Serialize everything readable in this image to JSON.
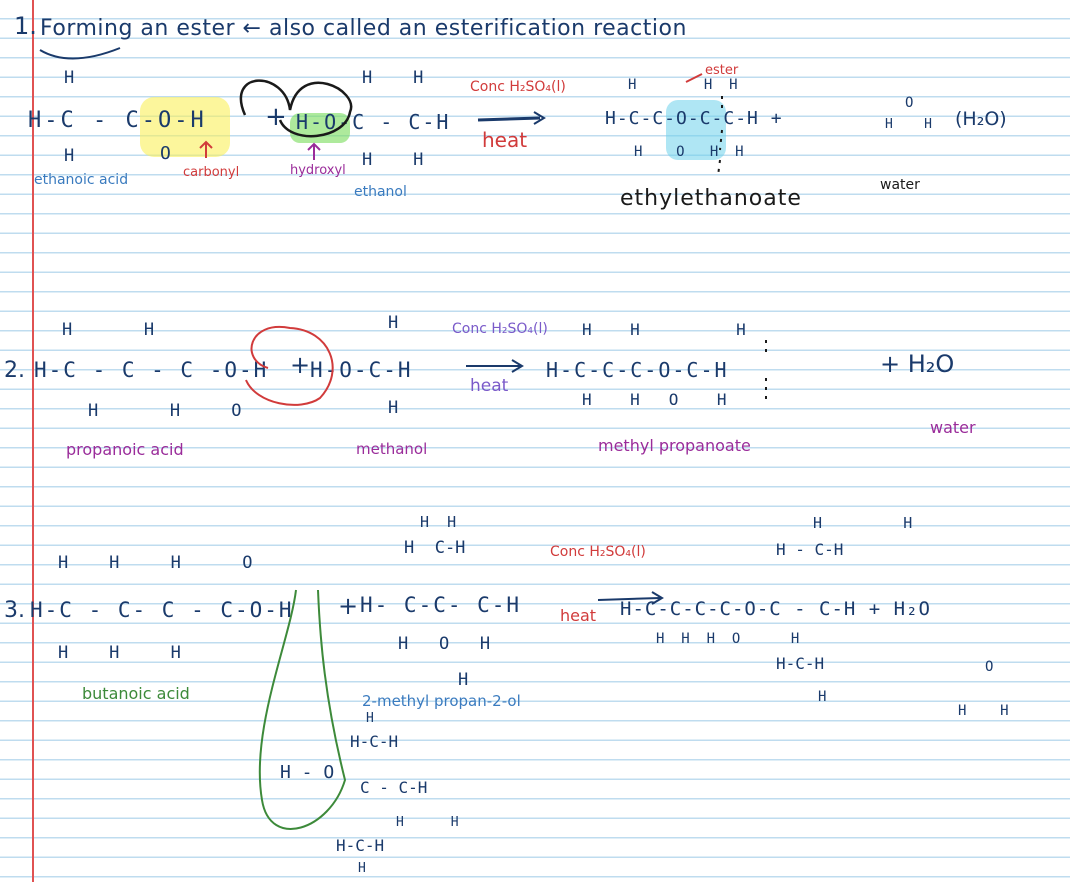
{
  "heading": {
    "number": "1.",
    "text": "Forming an ester ← also called an esterification reaction"
  },
  "reaction1": {
    "acid_struct": {
      "top": "H",
      "main": "H-C - C-O-H",
      "bottom": "H",
      "carbonyl_o": "O"
    },
    "plus": "+",
    "alcohol_struct": {
      "top": "H    H",
      "main": "H-O-C - C-H",
      "bottom": "H    H"
    },
    "condition": "Conc H₂SO₄(l)",
    "heat": "heat",
    "ester_tag": "ester",
    "product_struct": {
      "top": "H        H  H",
      "main": "H-C-C-O-C-C-H +",
      "bottom": "H    O   H  H"
    },
    "water_struct": {
      "top": "O",
      "main": "H    H",
      "formula": "(H₂O)"
    },
    "labels": {
      "acid": "ethanoic acid",
      "carbonyl": "carbonyl",
      "hydroxyl": "hydroxyl",
      "alcohol": "ethanol",
      "product": "ethylethanoate",
      "water": "water"
    }
  },
  "reaction2": {
    "number": "2.",
    "acid_struct": {
      "top": "H       H",
      "main": "H-C - C - C -O-H",
      "bottom": "H       H     O"
    },
    "plus": "+",
    "alcohol_struct": {
      "top": "H",
      "main": "H-O-C-H",
      "bottom": "H"
    },
    "condition": "Conc H₂SO₄(l)",
    "heat": "heat",
    "product_struct": {
      "top": "H    H          H",
      "main": "H-C-C-C-O-C-H",
      "bottom": "H    H   O    H"
    },
    "product_extra": "+ H₂O",
    "labels": {
      "acid": "propanoic acid",
      "alcohol": "methanol",
      "product": "methyl propanoate",
      "water": "water"
    }
  },
  "reaction3": {
    "number": "3.",
    "acid_struct": {
      "top": "H    H     H      O",
      "main": "H-C - C- C - C-O-H",
      "bottom": "H    H     H"
    },
    "plus": "+",
    "alcohol_struct": {
      "top_a": "H  H",
      "top_b": "H  C-H",
      "main": "H- C-C- C-H",
      "bottom": "H   O   H",
      "oh": "H"
    },
    "condition": "Conc H₂SO₄(l)",
    "heat": "heat",
    "product_struct": {
      "top": "H         H",
      "top2": "H - C-H",
      "main": "H-C-C-C-C-O-C - C-H + H₂O",
      "bottom": "H  H  H  O      H",
      "bottom2": "H-C-H",
      "bottom3": "H"
    },
    "water_struct": {
      "top": "O",
      "main": "H    H"
    },
    "side_struct": {
      "oh": "H - O",
      "top": "H",
      "row1": "H-C-H",
      "row2": "C - C-H",
      "row3": "H      H",
      "row4": "H-C-H",
      "row5": "H"
    },
    "labels": {
      "acid": "butanoic acid",
      "alcohol": "2-methyl propan-2-ol"
    }
  },
  "colors": {
    "navy_ink": "#1a3a6b",
    "blue_ink": "#3a7bbf",
    "red_ink": "#d13b3b",
    "purple_ink": "#9a2c9a",
    "violet_ink": "#7a5ac9",
    "green_ink": "#3d8a3a",
    "margin": "#e05252",
    "ruled_line": "#bfdcef"
  }
}
